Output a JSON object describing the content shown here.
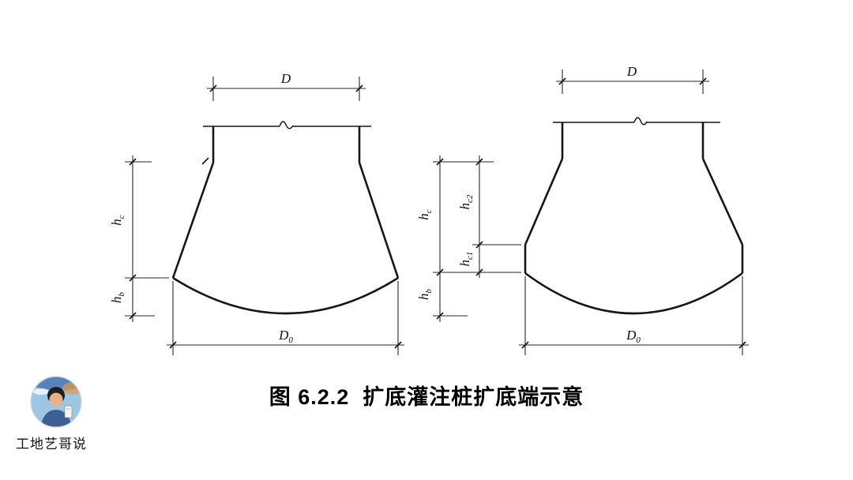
{
  "figure": {
    "caption": "图 6.2.2  扩底灌注桩扩底端示意"
  },
  "watermark": {
    "name": "工地艺哥说"
  },
  "dim_labels": {
    "D": "D",
    "D0": {
      "main": "D",
      "sub": "0"
    },
    "hc": {
      "main": "h",
      "sub": "c"
    },
    "hb": {
      "main": "h",
      "sub": "b"
    },
    "hc2": {
      "main": "h",
      "sub": "c2"
    },
    "hc1": {
      "main": "h",
      "sub": "c1"
    }
  }
}
